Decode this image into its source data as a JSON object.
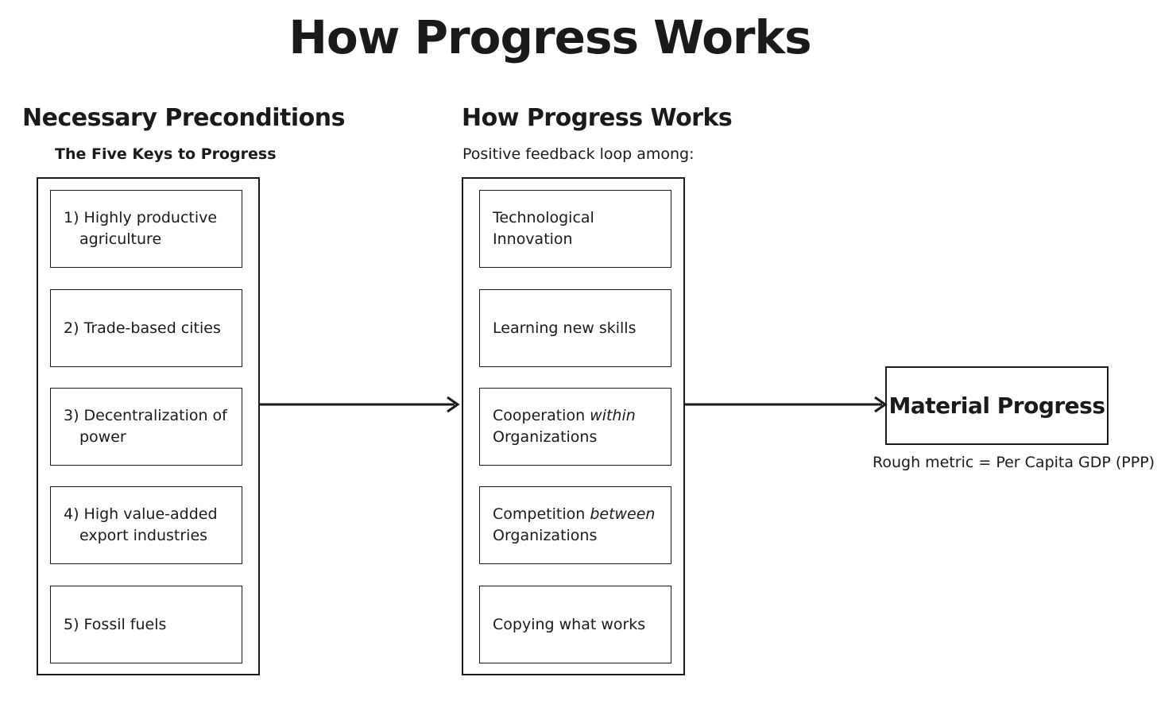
{
  "title": "How Progress Works",
  "preconditions": {
    "heading": "Necessary Preconditions",
    "subheading": "The Five Keys to Progress",
    "items": [
      {
        "label": "1) Highly productive agriculture"
      },
      {
        "label": "2) Trade-based cities"
      },
      {
        "label": "3) Decentralization of power"
      },
      {
        "label": "4) High value-added export industries"
      },
      {
        "label": "5) Fossil fuels"
      }
    ]
  },
  "process": {
    "heading": "How Progress Works",
    "subheading": "Positive feedback loop among:",
    "items": [
      {
        "label": "Technological Innovation"
      },
      {
        "label": "Learning new skills"
      },
      {
        "label_prefix": "Cooperation ",
        "label_emphasis": "within",
        "label_suffix": " Organizations"
      },
      {
        "label_prefix": "Competition ",
        "label_emphasis": "between",
        "label_suffix": " Organizations"
      },
      {
        "label": "Copying what works"
      }
    ]
  },
  "result": {
    "label": "Material Progress",
    "caption": "Rough metric = Per Capita GDP (PPP)"
  },
  "colors": {
    "ink": "#1a1a1a",
    "background": "#ffffff"
  }
}
